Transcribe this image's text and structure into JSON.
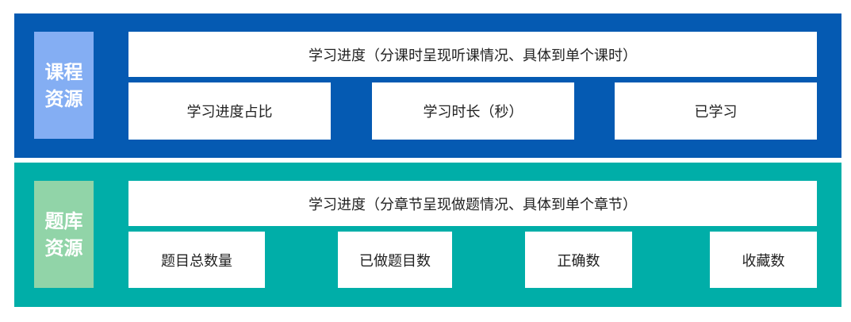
{
  "course_resources": {
    "label": "课程资源",
    "color": "#055AB2",
    "label_bg": "#84AEF3",
    "progress": "学习进度（分课时呈现听课情况、具体到单个课时）",
    "metrics": [
      "学习进度占比",
      "学习时长（秒）",
      "已学习"
    ]
  },
  "question_bank_resources": {
    "label": "题库资源",
    "color": "#00AEA8",
    "label_bg": "#91D4A8",
    "progress": "学习进度（分章节呈现做题情况、具体到单个章节）",
    "metrics": [
      "题目总数量",
      "已做题目数",
      "正确数",
      "收藏数"
    ]
  }
}
